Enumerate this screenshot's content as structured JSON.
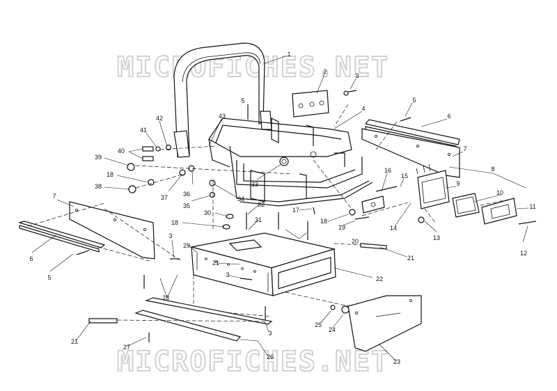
{
  "watermark": {
    "top": "MICROFICHES.NET",
    "bottom": "MICROFICHES.NET"
  },
  "callouts": [
    {
      "id": "c1",
      "text": "1"
    },
    {
      "id": "c2",
      "text": "2"
    },
    {
      "id": "c3a",
      "text": "3"
    },
    {
      "id": "c4",
      "text": "4"
    },
    {
      "id": "c5a",
      "text": "5"
    },
    {
      "id": "c5b",
      "text": "5"
    },
    {
      "id": "c6a",
      "text": "6"
    },
    {
      "id": "c7a",
      "text": "7"
    },
    {
      "id": "c8",
      "text": "8"
    },
    {
      "id": "c9",
      "text": "9"
    },
    {
      "id": "c10",
      "text": "10"
    },
    {
      "id": "c11",
      "text": "11"
    },
    {
      "id": "c12",
      "text": "12"
    },
    {
      "id": "c13",
      "text": "13"
    },
    {
      "id": "c14",
      "text": "14"
    },
    {
      "id": "c15",
      "text": "15"
    },
    {
      "id": "c16",
      "text": "16"
    },
    {
      "id": "c17",
      "text": "17"
    },
    {
      "id": "c18a",
      "text": "18"
    },
    {
      "id": "c19",
      "text": "19"
    },
    {
      "id": "c42",
      "text": "42"
    },
    {
      "id": "c41",
      "text": "41"
    },
    {
      "id": "c40",
      "text": "40"
    },
    {
      "id": "c43",
      "text": "43"
    },
    {
      "id": "c39",
      "text": "39"
    },
    {
      "id": "c18b",
      "text": "18"
    },
    {
      "id": "c38",
      "text": "38"
    },
    {
      "id": "c37",
      "text": "37"
    },
    {
      "id": "c36",
      "text": "36"
    },
    {
      "id": "c33",
      "text": "33"
    },
    {
      "id": "c35",
      "text": "35"
    },
    {
      "id": "c34",
      "text": "34"
    },
    {
      "id": "c30",
      "text": "30"
    },
    {
      "id": "c32",
      "text": "32"
    },
    {
      "id": "c18c",
      "text": "18"
    },
    {
      "id": "c31",
      "text": "31"
    },
    {
      "id": "c7b",
      "text": "7"
    },
    {
      "id": "c6b",
      "text": "6"
    },
    {
      "id": "c5c",
      "text": "5"
    },
    {
      "id": "c3b",
      "text": "3"
    },
    {
      "id": "c29",
      "text": "29"
    },
    {
      "id": "c21a",
      "text": "21"
    },
    {
      "id": "c3c",
      "text": "3"
    },
    {
      "id": "c20",
      "text": "20"
    },
    {
      "id": "c21b",
      "text": "21"
    },
    {
      "id": "c22",
      "text": "22"
    },
    {
      "id": "c28",
      "text": "28"
    },
    {
      "id": "c3d",
      "text": "3"
    },
    {
      "id": "c25",
      "text": "25"
    },
    {
      "id": "c24",
      "text": "24"
    },
    {
      "id": "c21c",
      "text": "21"
    },
    {
      "id": "c27",
      "text": "27"
    },
    {
      "id": "c26",
      "text": "26"
    },
    {
      "id": "c23",
      "text": "23"
    }
  ]
}
